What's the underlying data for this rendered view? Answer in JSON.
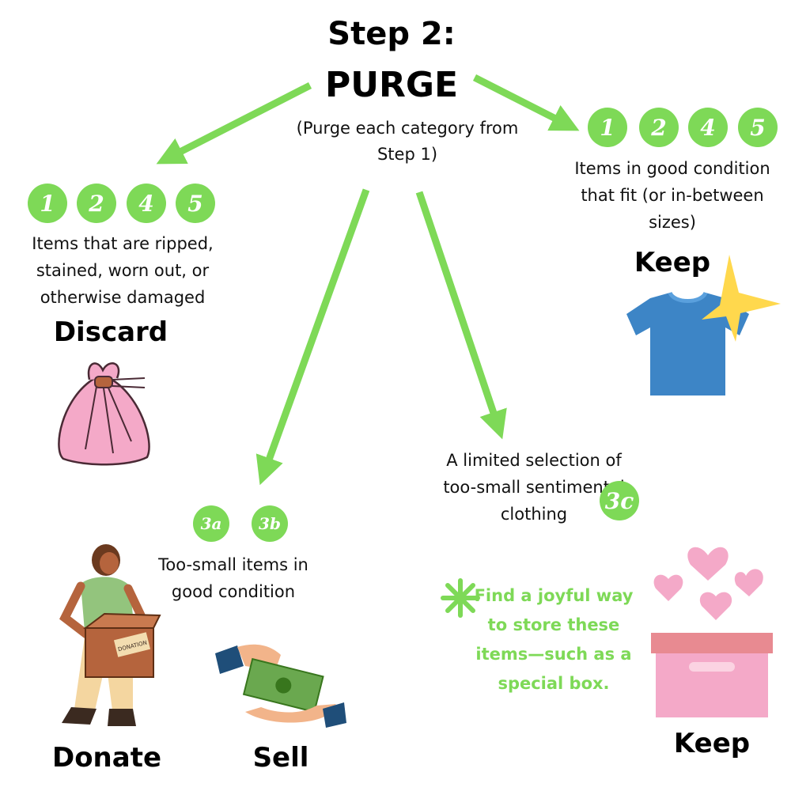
{
  "colors": {
    "green": "#7ed957",
    "pink": "#f4a9c8",
    "blue": "#3d85c6",
    "yellow": "#ffd84d",
    "skin": "#b5643d"
  },
  "title": {
    "line1": "Step 2:",
    "line2": "PURGE",
    "subtitle": "(Purge each category from Step 1)"
  },
  "discard": {
    "badges": [
      "1",
      "2",
      "4",
      "5"
    ],
    "description": "Items that are ripped, stained, worn out, or otherwise damaged",
    "label": "Discard",
    "icon": "trash-bag-icon"
  },
  "keep_top": {
    "badges": [
      "1",
      "2",
      "4",
      "5"
    ],
    "description": "Items in good condition that fit (or in-between sizes)",
    "label": "Keep",
    "icon": "tshirt-sparkle-icon"
  },
  "donate_sell": {
    "badges": [
      "3a",
      "3b"
    ],
    "description": "Too-small items in good condition",
    "donate_label": "Donate",
    "sell_label": "Sell",
    "box_text": "DONATION"
  },
  "sentimental": {
    "badge": "3c",
    "description": "A limited selection of too-small sentimental clothing",
    "tip": "Find a joyful way to store these items—such as a special box.",
    "label": "Keep",
    "icon": "heart-box-icon"
  }
}
